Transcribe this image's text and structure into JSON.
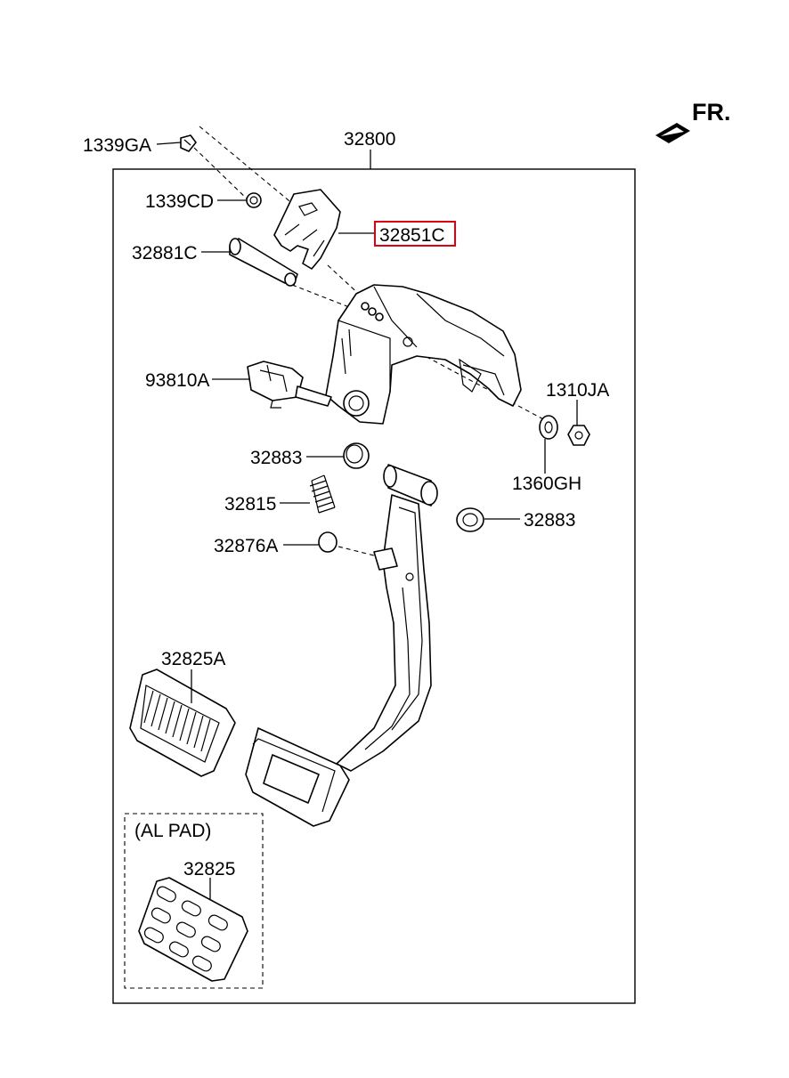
{
  "direction_label": "FR.",
  "assembly_label": "32800",
  "variant_group_label": "(AL PAD)",
  "highlight_color": "#e0000f",
  "callouts": {
    "c1339GA": "1339GA",
    "c1339CD": "1339CD",
    "c32851C": "32851C",
    "c32881C": "32881C",
    "c93810A": "93810A",
    "c1310JA": "1310JA",
    "c1360GH": "1360GH",
    "c32883_left": "32883",
    "c32883_right": "32883",
    "c32815": "32815",
    "c32876A": "32876A",
    "c32825A": "32825A",
    "c32825": "32825"
  },
  "highlighted_callout": "32851C"
}
